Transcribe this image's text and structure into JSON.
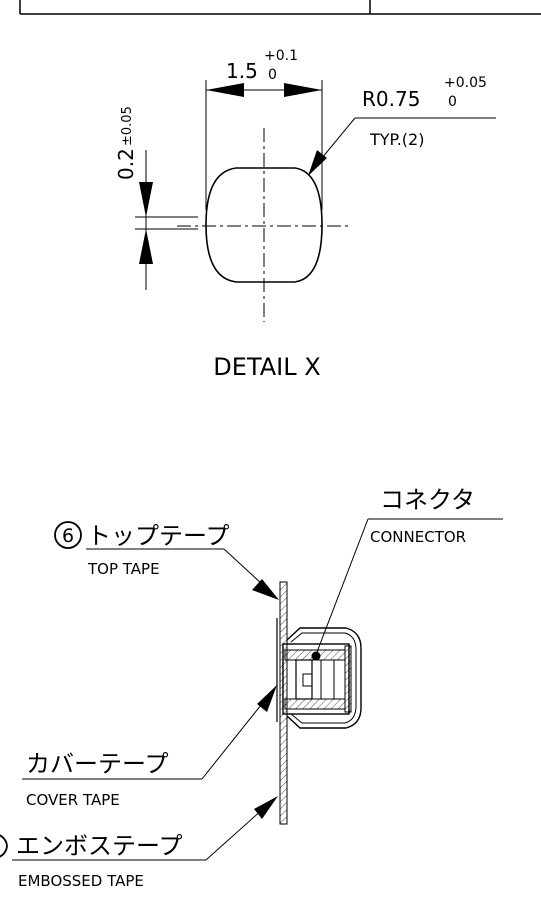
{
  "detail": {
    "width_value": "1.5",
    "width_tol_upper": "+0.1",
    "width_tol_lower": "0",
    "height_value": "0.2",
    "height_tol": "±0.05",
    "radius_value": "R0.75",
    "radius_tol_upper": "+0.05",
    "radius_tol_lower": "0",
    "radius_note": "TYP.(2)",
    "title": "DETAIL X"
  },
  "section": {
    "connector_jp": "コネクタ",
    "connector_en": "CONNECTOR",
    "top_tape_number": "6",
    "top_tape_jp": "トップテープ",
    "top_tape_en": "TOP TAPE",
    "cover_tape_jp": "カバーテープ",
    "cover_tape_en": "COVER TAPE",
    "embossed_tape_jp": "エンボステープ",
    "embossed_tape_en": "EMBOSSED TAPE"
  }
}
